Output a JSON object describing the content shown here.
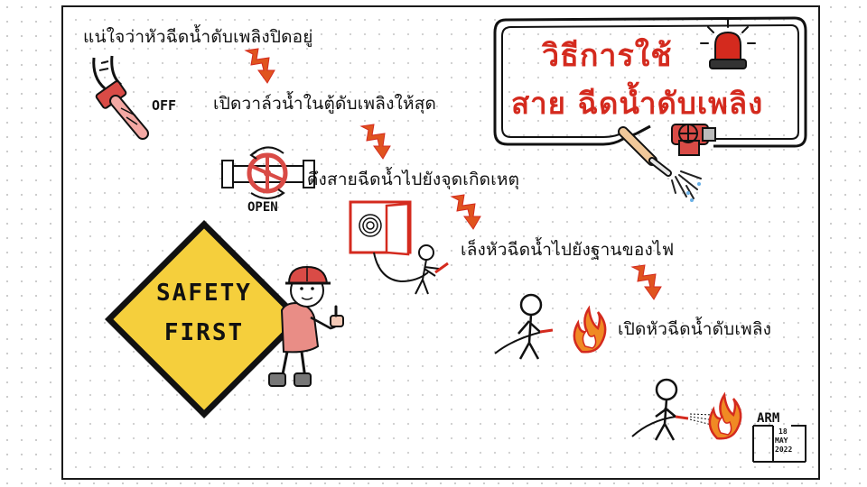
{
  "title": {
    "line1": "วิธีการใช้",
    "line2": "สาย ฉีดน้ำดับเพลิง"
  },
  "steps": [
    "แน่ใจว่าหัวฉีดน้ำดับเพลิงปิดอยู่",
    "เปิดวาล์วน้ำในตู้ดับเพลิงให้สุด",
    "ดึงสายฉีดน้ำไปยังจุดเกิดเหตุ",
    "เล็งหัวฉีดน้ำไปยังฐานของไฟ",
    "เปิดหัวฉีดน้ำดับเพลิง"
  ],
  "labels": {
    "nozzle_state": "OFF",
    "valve_state": "OPEN"
  },
  "sign": {
    "line1": "SAFETY",
    "line2": "FIRST"
  },
  "signature": {
    "name": "ARM",
    "day": "18",
    "month": "MAY",
    "year": "2022"
  },
  "colors": {
    "accent_red": "#d42a1e",
    "sign_yellow": "#f5cf3c",
    "arrow_orange": "#e0541e",
    "flame_orange": "#f08a24",
    "helmet_red": "#d94b46",
    "shirt_pink": "#e98d86"
  },
  "icons": [
    "hose-nozzle-icon",
    "valve-wheel-icon",
    "hose-reel-cabinet-icon",
    "siren-icon",
    "flame-icon",
    "lightning-arrow-icon"
  ]
}
